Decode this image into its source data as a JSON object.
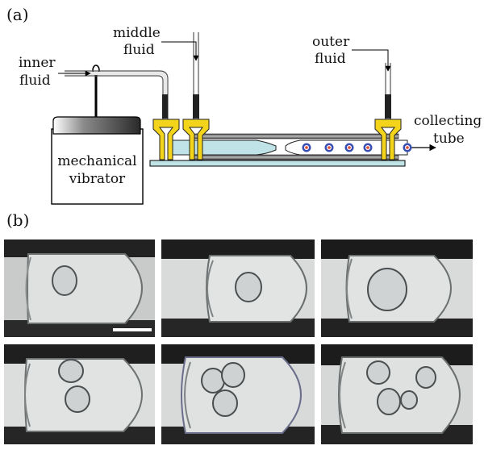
{
  "figure": {
    "panel_a_label": "(a)",
    "panel_b_label": "(b)",
    "labels": {
      "inner_fluid_line1": "inner",
      "inner_fluid_line2": "fluid",
      "middle_fluid_line1": "middle",
      "middle_fluid_line2": "fluid",
      "outer_fluid_line1": "outer",
      "outer_fluid_line2": "fluid",
      "collecting_tube_line1": "collecting",
      "collecting_tube_line2": "tube",
      "vibrator_line1": "mechanical",
      "vibrator_line2": "vibrator"
    }
  },
  "micrographs": [
    {
      "inner_drops": 1
    },
    {
      "inner_drops": 1
    },
    {
      "inner_drops": 1
    },
    {
      "inner_drops": 2
    },
    {
      "inner_drops": 3
    },
    {
      "inner_drops": 4
    }
  ],
  "colors": {
    "glass_fill": "#bfe3e6",
    "connector_yellow": "#f3d41a",
    "droplet_outer": "#3a4fb0",
    "droplet_inner": "#e0462e"
  }
}
